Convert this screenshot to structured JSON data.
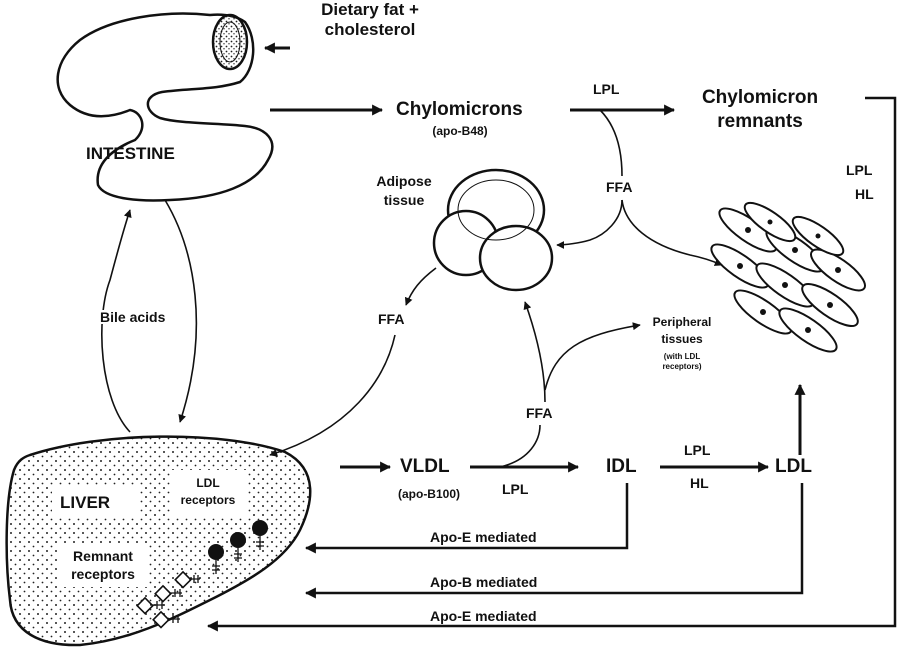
{
  "labels": {
    "dietary_fat": "Dietary fat +",
    "cholesterol": "cholesterol",
    "intestine": "INTESTINE",
    "chylomicrons": "Chylomicrons",
    "apo_b48": "(apo-B48)",
    "lpl_top": "LPL",
    "chylomicron_remnants_1": "Chylomicron",
    "chylomicron_remnants_2": "remnants",
    "ffa_top": "FFA",
    "adipose_1": "Adipose",
    "adipose_2": "tissue",
    "lpl_right": "LPL",
    "hl_right": "HL",
    "bile_acids": "Bile acids",
    "ffa_left": "FFA",
    "peripheral_1": "Peripheral",
    "peripheral_2": "tissues",
    "peripheral_3": "(with LDL",
    "peripheral_4": "receptors)",
    "ffa_mid": "FFA",
    "liver": "LIVER",
    "ldl_receptors_1": "LDL",
    "ldl_receptors_2": "receptors",
    "vldl": "VLDL",
    "apo_b100": "(apo-B100)",
    "lpl_vldl": "LPL",
    "idl": "IDL",
    "lpl_idl": "LPL",
    "hl_idl": "HL",
    "ldl": "LDL",
    "remnant_1": "Remnant",
    "remnant_2": "receptors",
    "apoe_mediated_1": "Apo-E mediated",
    "apob_mediated": "Apo-B mediated",
    "apoe_mediated_2": "Apo-E mediated"
  }
}
